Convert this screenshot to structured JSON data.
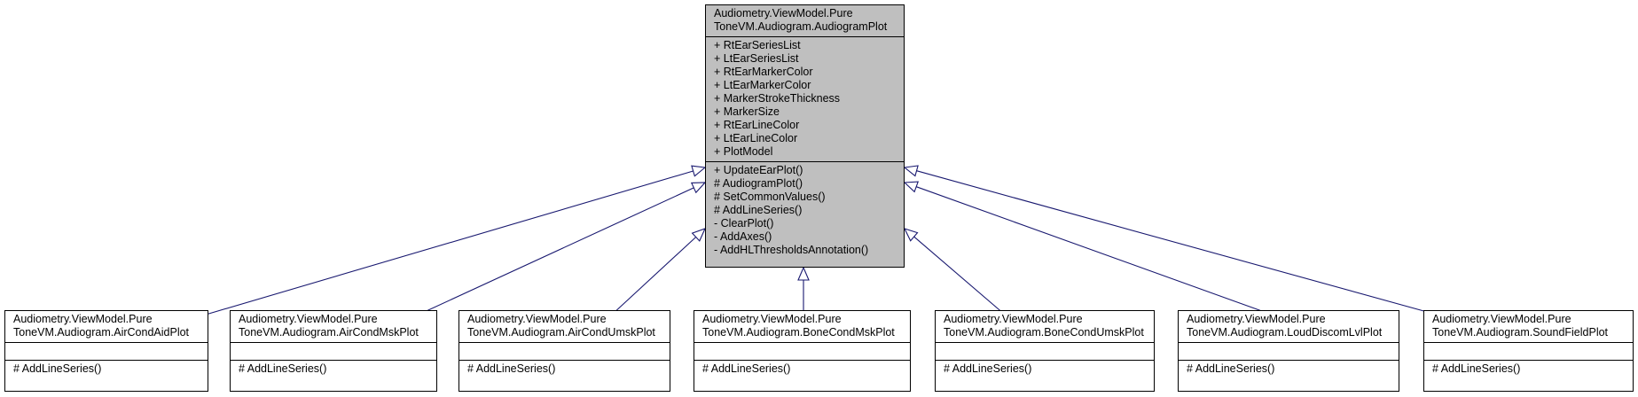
{
  "parent": {
    "title": [
      "Audiometry.ViewModel.Pure",
      "ToneVM.Audiogram.AudiogramPlot"
    ],
    "attributes": [
      "+ RtEarSeriesList",
      "+ LtEarSeriesList",
      "+ RtEarMarkerColor",
      "+ LtEarMarkerColor",
      "+ MarkerStrokeThickness",
      "+ MarkerSize",
      "+ RtEarLineColor",
      "+ LtEarLineColor",
      "+ PlotModel"
    ],
    "methods": [
      "+ UpdateEarPlot()",
      "# AudiogramPlot()",
      "# SetCommonValues()",
      "# AddLineSeries()",
      "- ClearPlot()",
      "- AddAxes()",
      "- AddHLThresholdsAnnotation()"
    ]
  },
  "children": [
    {
      "title": [
        "Audiometry.ViewModel.Pure",
        "ToneVM.Audiogram.AirCondAidPlot"
      ],
      "methods": [
        "# AddLineSeries()"
      ]
    },
    {
      "title": [
        "Audiometry.ViewModel.Pure",
        "ToneVM.Audiogram.AirCondMskPlot"
      ],
      "methods": [
        "# AddLineSeries()"
      ]
    },
    {
      "title": [
        "Audiometry.ViewModel.Pure",
        "ToneVM.Audiogram.AirCondUmskPlot"
      ],
      "methods": [
        "# AddLineSeries()"
      ]
    },
    {
      "title": [
        "Audiometry.ViewModel.Pure",
        "ToneVM.Audiogram.BoneCondMskPlot"
      ],
      "methods": [
        "# AddLineSeries()"
      ]
    },
    {
      "title": [
        "Audiometry.ViewModel.Pure",
        "ToneVM.Audiogram.BoneCondUmskPlot"
      ],
      "methods": [
        "# AddLineSeries()"
      ]
    },
    {
      "title": [
        "Audiometry.ViewModel.Pure",
        "ToneVM.Audiogram.LoudDiscomLvlPlot"
      ],
      "methods": [
        "# AddLineSeries()"
      ]
    },
    {
      "title": [
        "Audiometry.ViewModel.Pure",
        "ToneVM.Audiogram.SoundFieldPlot"
      ],
      "methods": [
        "# AddLineSeries()"
      ]
    }
  ],
  "colors": {
    "edge": "#191970",
    "parent_fill": "#bfbfbf",
    "box_border": "#000000"
  }
}
